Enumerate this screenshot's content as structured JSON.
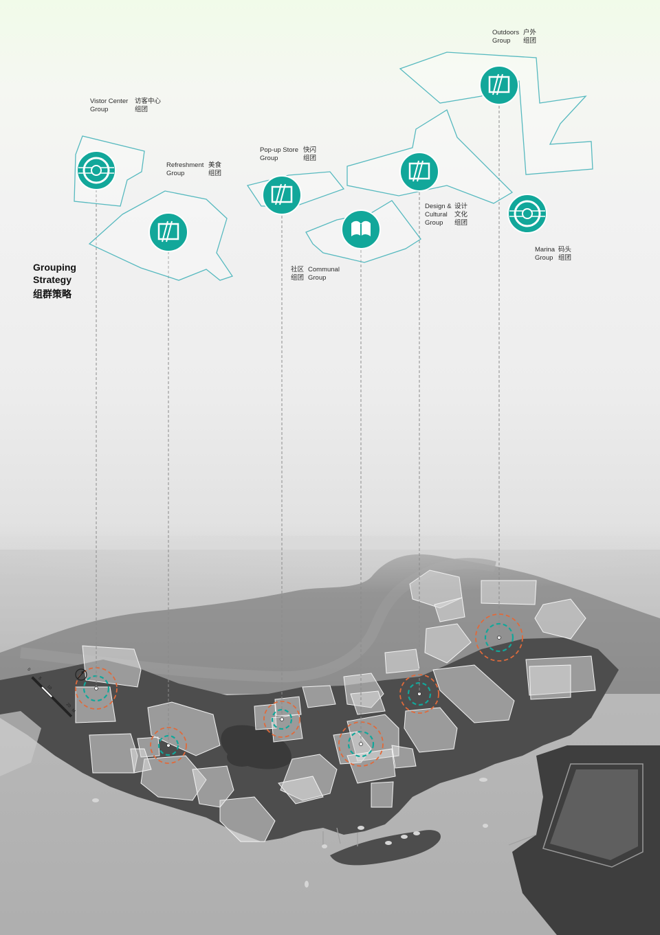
{
  "title": {
    "en_line1": "Grouping",
    "en_line2": "Strategy",
    "zh": "组群策略"
  },
  "groups": [
    {
      "id": "visitor",
      "en1": "Vistor Center",
      "en2": "Group",
      "en3": "",
      "zh1": "访客中心",
      "zh2": "组团",
      "zh3": "",
      "icon": "visitor-center-icon"
    },
    {
      "id": "refresh",
      "en1": "Refreshment",
      "en2": "Group",
      "en3": "",
      "zh1": "美食",
      "zh2": "组团",
      "zh3": "",
      "icon": "refreshment-icon"
    },
    {
      "id": "popup",
      "en1": "Pop-up Store",
      "en2": "Group",
      "en3": "",
      "zh1": "快闪",
      "zh2": "组团",
      "zh3": "",
      "icon": "popup-store-icon"
    },
    {
      "id": "communal",
      "en1": "Communal",
      "en2": "Group",
      "en3": "",
      "zh1": "社区",
      "zh2": "组团",
      "zh3": "",
      "icon": "communal-book-icon"
    },
    {
      "id": "design",
      "en1": "Design &",
      "en2": "Cultural",
      "en3": "Group",
      "zh1": "设计",
      "zh2": "文化",
      "zh3": "组团",
      "icon": "design-cultural-icon"
    },
    {
      "id": "outdoors",
      "en1": "Outdoors",
      "en2": "Group",
      "en3": "",
      "zh1": "户外",
      "zh2": "组团",
      "zh3": "",
      "icon": "outdoors-icon"
    },
    {
      "id": "marina",
      "en1": "Marina",
      "en2": "Group",
      "en3": "",
      "zh1": "码头",
      "zh2": "组团",
      "zh3": "",
      "icon": "marina-icon"
    }
  ],
  "scale": {
    "t0": "0",
    "t1": "5",
    "t2": "10",
    "t3": "20",
    "unit": "M"
  },
  "colors": {
    "teal": "#12a79a",
    "outline": "#56b9bf",
    "orange": "#e06a3b",
    "land": "#4c4c4c",
    "water": "#b1b1b1",
    "building": "#e8e8e8"
  }
}
